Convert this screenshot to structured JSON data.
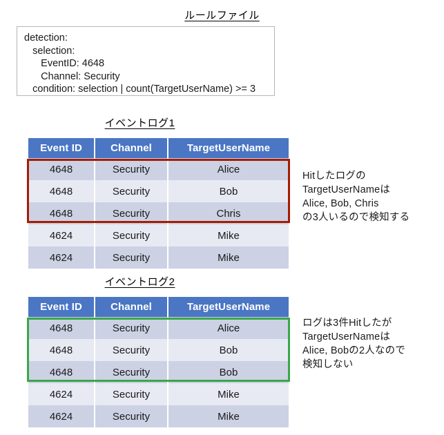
{
  "rule_section": {
    "title": "ルールファイル",
    "lines": [
      "detection:",
      "   selection:",
      "      EventID: 4648",
      "      Channel: Security",
      "   condition: selection | count(TargetUserName) >= 3"
    ]
  },
  "colors": {
    "header_blue": "#4a76c4",
    "row_dark": "#ccd2e4",
    "row_light": "#e7eaf3",
    "highlight_red": "#a61c00",
    "highlight_green": "#3aa74a",
    "box_border": "#b6b6b6"
  },
  "log1": {
    "title": "イベントログ1",
    "columns": [
      "Event ID",
      "Channel",
      "TargetUserName"
    ],
    "rows": [
      [
        "4648",
        "Security",
        "Alice"
      ],
      [
        "4648",
        "Security",
        "Bob"
      ],
      [
        "4648",
        "Security",
        "Chris"
      ],
      [
        "4624",
        "Security",
        "Mike"
      ],
      [
        "4624",
        "Security",
        "Mike"
      ]
    ],
    "highlight": {
      "color": "red",
      "row_start": 1,
      "row_end": 3
    },
    "note": "Hitしたログの\nTargetUserNameは\nAlice, Bob, Chris\nの3人いるので検知する"
  },
  "log2": {
    "title": "イベントログ2",
    "columns": [
      "Event ID",
      "Channel",
      "TargetUserName"
    ],
    "rows": [
      [
        "4648",
        "Security",
        "Alice"
      ],
      [
        "4648",
        "Security",
        "Bob"
      ],
      [
        "4648",
        "Security",
        "Bob"
      ],
      [
        "4624",
        "Security",
        "Mike"
      ],
      [
        "4624",
        "Security",
        "Mike"
      ]
    ],
    "highlight": {
      "color": "green",
      "row_start": 1,
      "row_end": 3
    },
    "note": "ログは3件Hitしたが\nTargetUserNameは\nAlice, Bobの2人なので\n検知しない"
  }
}
